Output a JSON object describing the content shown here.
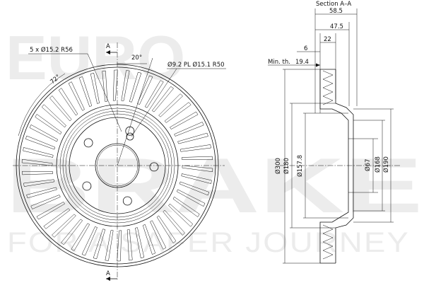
{
  "watermark": {
    "words": [
      "EURO",
      "BRAKE"
    ],
    "tagline": "FOR A SAFER JOURNEY"
  },
  "front_view": {
    "bolt_label": "5 x Ø15.2 R56",
    "locator_label": "Ø9.2 PL Ø15.1 R50",
    "angle_top": "20°",
    "angle_left": "72°",
    "section_mark_top": "A",
    "section_mark_bottom": "A"
  },
  "section_view": {
    "title": "Section A–A",
    "dim_58_5": "58.5",
    "dim_47_5": "47.5",
    "dim_22": "22",
    "dim_6": "6",
    "min_thickness_label": "Min. th.",
    "min_thickness_value": "19.4",
    "dia_300": "Ø300",
    "dia_180": "Ø180",
    "dia_157_8": "Ø157.8",
    "dia_67": "Ø67",
    "dia_168": "Ø168",
    "dia_190": "Ø190"
  }
}
